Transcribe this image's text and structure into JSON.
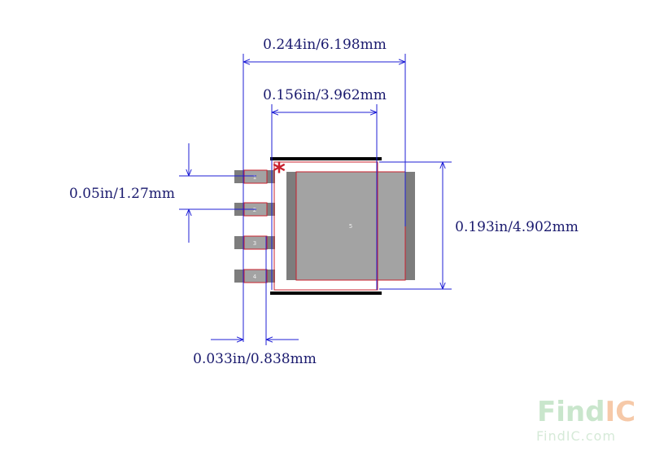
{
  "dimensions": {
    "overall_width": "0.244in/6.198mm",
    "body_width": "0.156in/3.962mm",
    "pitch": "0.05in/1.27mm",
    "body_height": "0.193in/4.902mm",
    "pad_width": "0.033in/0.838mm"
  },
  "pins": {
    "left": [
      "1",
      "2",
      "3",
      "4"
    ],
    "exposed_pad": "5"
  },
  "pin1_marker": "*",
  "logo": {
    "main_left": "Find",
    "main_right": "IC",
    "sub": "FindIC.com",
    "color_left": "#c9e6cc",
    "color_right": "#f6c9a8"
  },
  "colors": {
    "dimension": "#1f1fd6",
    "outline": "#c8202e",
    "pad": "#8a8a8a",
    "body": "#a3a3a3",
    "silkscreen": "#000000"
  }
}
